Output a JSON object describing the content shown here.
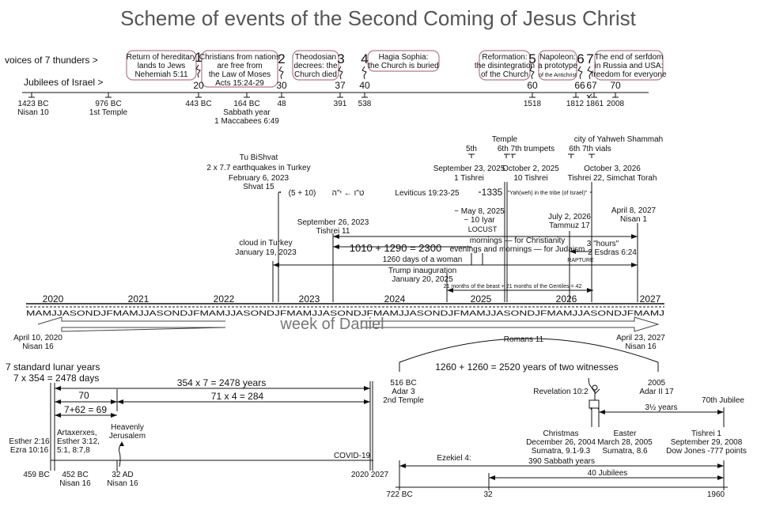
{
  "title": "Scheme of events of the Second Coming of Jesus Christ",
  "thunders_label": "voices of 7 thunders >",
  "jubilees_label": "Jubilees of Israel >",
  "thunder_numbers": [
    "1",
    "2",
    "3",
    "4",
    "5",
    "6",
    "7"
  ],
  "bubbles": [
    {
      "lines": [
        "Return of hereditary",
        "lands to Jews",
        "Nehemiah 5:11"
      ]
    },
    {
      "lines": [
        "Christians from nations",
        "are free from",
        "the Law of Moses",
        "Acts 15:24-29"
      ]
    },
    {
      "lines": [
        "Theodosian",
        "decrees: the",
        "Church died"
      ]
    },
    {
      "lines": [
        "Hagia Sophia:",
        "the Church is buried"
      ]
    },
    {
      "lines": [
        "Reformation:",
        "the disintegration",
        "of the Church"
      ]
    },
    {
      "lines": [
        "Napoleon:",
        "a prototype",
        "of the Antichrist"
      ]
    },
    {
      "lines": [
        "The end of serfdom",
        "in Russia and USA:",
        "freedom for everyone"
      ]
    }
  ],
  "jubilee_numbers": [
    "20",
    "30",
    "37",
    "40",
    "60",
    "66",
    "67",
    "70"
  ],
  "jubilee_dates": [
    {
      "lines": [
        "1423 BC",
        "Nisan 10"
      ]
    },
    {
      "lines": [
        "976 BC",
        "1st Temple"
      ]
    },
    {
      "lines": [
        "443 BC"
      ]
    },
    {
      "lines": [
        "164 BC",
        "Sabbath year",
        "1 Maccabees 6:49"
      ]
    },
    {
      "lines": [
        "48"
      ]
    },
    {
      "lines": [
        "391"
      ]
    },
    {
      "lines": [
        "538"
      ]
    },
    {
      "lines": [
        "1518"
      ]
    },
    {
      "lines": [
        "1812"
      ]
    },
    {
      "lines": [
        "1861"
      ]
    },
    {
      "lines": [
        "2008"
      ]
    }
  ],
  "upper": {
    "tu_bishvat": [
      "Tu BiShvat",
      "2 x 7.7 earthquakes in Turkey",
      "February 6, 2023",
      "Shvat 15"
    ],
    "lev_left": "(5 + 10)",
    "lev_hebrew": "ט\"ו ← י\"ה",
    "lev_ref": "Leviticus 19:23-25",
    "n1335": "1335",
    "yah_note": "\"Yah(weh) in the tribe (of Israel)\"",
    "temple_label": "Temple",
    "trumpets_5th": "5th",
    "trumpets_67": "6th 7th trumpets",
    "sep23": [
      "September 23, 2025",
      "1 Tishrei"
    ],
    "oct2": [
      "October 2, 2025",
      "10 Tishrei"
    ],
    "city": "city of Yahweh Shammah",
    "vials": "6th    7th vials",
    "oct3": [
      "October 3, 2026",
      "Tishrei 22, Simchat Torah"
    ],
    "sep26": [
      "September 26, 2023",
      "Tishrei 11"
    ],
    "may8": [
      "~ May 8, 2025",
      "~ 10 Iyar"
    ],
    "locust": "LOCUST",
    "july2": [
      "July 2, 2026",
      "Tammuz 17"
    ],
    "april8": [
      "April 8, 2027",
      "Nisan 1"
    ],
    "cloud": [
      "cloud in Turkey",
      "January 19, 2023"
    ],
    "mornings": "mornings — for Christianity",
    "evenings": "evenings and mornings — for Judaism",
    "sum2300": "1010 + 1290 = 2300",
    "hours": "3 \"hours\"",
    "esdras": "2 Esdras 6:24",
    "rapture": "RAPTURE",
    "woman": "1260 days of a woman",
    "trump": [
      "Trump inauguration",
      "January 20, 2025"
    ],
    "months42": "21 months of the beast + 21 months of the Gentiles = 42"
  },
  "timeline": {
    "years": [
      "2020",
      "2021",
      "2022",
      "2023",
      "2024",
      "2025",
      "2026",
      "2027"
    ],
    "months": "MAMJJASONDJFMAMJJASONDJFMAMJJASONDJFMAMJJASONDJFMAMJJASONDJFMAMJJASONDJFMAMJJASONDJFMAMJ",
    "week": "week of Daniel",
    "start": [
      "April 10, 2020",
      "Nisan 16"
    ],
    "end": [
      "April 23, 2027",
      "Nisan 16"
    ]
  },
  "lower_left": {
    "lunar": [
      "7 standard lunar years",
      "7 x 354 = 2478 days"
    ],
    "n70": "70",
    "eq2478": "354 x 7 = 2478 years",
    "eq284": "71 x 4 = 284",
    "eq69": "7+62 = 69",
    "esther": [
      "Esther 2:16",
      "Ezra 10:16"
    ],
    "artax": [
      "Artaxerxes,",
      "Esther 3:12,",
      "5:1, 8:7,8"
    ],
    "heavenly": [
      "Heavenly",
      "Jerusalem"
    ],
    "covid": "COVID-19",
    "d459": "459 BC",
    "d452": [
      "452 BC",
      "Nisan 16"
    ],
    "d32": [
      "32 AD",
      "Nisan 16"
    ],
    "d2020": "2020",
    "d2027": "2027"
  },
  "lower_right": {
    "romans": "Romans 11",
    "witnesses": "1260 + 1260 = 2520 years of two witnesses",
    "d516": [
      "516 BC",
      "Adar 3",
      "2nd Temple"
    ],
    "d2005": [
      "2005",
      "Adar II 17"
    ],
    "rev": "Revelation 10:2",
    "jubilee70": "70th Jubilee",
    "years35": "3½ years",
    "christmas": [
      "Christmas",
      "December 26, 2004",
      "Sumatra, 9.1-9.3"
    ],
    "easter": [
      "Easter",
      "March 28, 2005",
      "Sumatra, 8.6"
    ],
    "tishrei1": [
      "Tishrei 1",
      "September 29, 2008",
      "Dow Jones  -777 points"
    ],
    "ezekiel": "Ezekiel 4:",
    "sabbath390": "390 Sabbath years",
    "jub40": "40 Jubilees",
    "d722": "722 BC",
    "d32": "32",
    "d1960": "1960"
  },
  "colors": {
    "bubble_border": "#b07a8c",
    "title": "#555555",
    "week": "#777777"
  }
}
